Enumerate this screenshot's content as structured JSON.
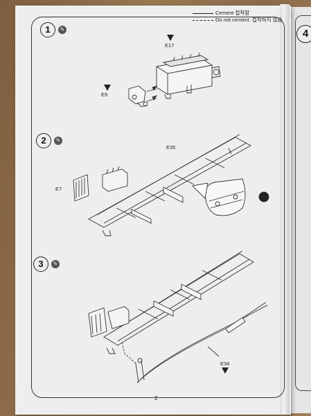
{
  "legend": {
    "cement": "Cement 접착함",
    "no_cement": "Do not cement. 접착하지 않음"
  },
  "steps": [
    {
      "number": "1",
      "parts": [
        "E17",
        "E9"
      ]
    },
    {
      "number": "2",
      "parts": [
        "E35",
        "E7"
      ]
    },
    {
      "number": "3",
      "parts": [
        "E34"
      ]
    }
  ],
  "next_step_number": "4",
  "page_number": "2",
  "icons": {
    "cement": "glue-tube-icon"
  }
}
